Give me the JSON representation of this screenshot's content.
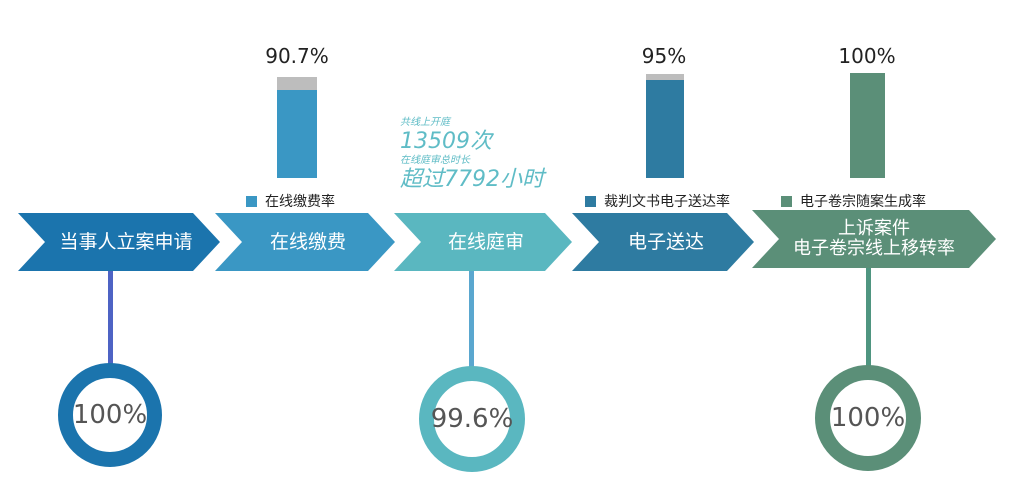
{
  "colors": {
    "step1": "#1b74ad",
    "step2": "#3a97c4",
    "step3": "#5ab7c0",
    "step4": "#2e7ba1",
    "step5": "#5b8f78",
    "stem1": "#4e63c4",
    "bar_rest": "#bdbdbd",
    "note": "#5fbcc6"
  },
  "steps": [
    {
      "label": "当事人立案申请"
    },
    {
      "label": "在线缴费"
    },
    {
      "label": "在线庭审"
    },
    {
      "label": "电子送达"
    },
    {
      "label_line1": "上诉案件",
      "label_line2": "电子卷宗线上移转率"
    }
  ],
  "bars": [
    {
      "value_label": "90.7%",
      "legend": "在线缴费率"
    },
    {
      "value_label": "95%",
      "legend": "裁判文书电子送达率"
    },
    {
      "value_label": "100%",
      "legend": "电子卷宗随案生成率"
    }
  ],
  "rings": [
    {
      "value_label": "100%"
    },
    {
      "value_label": "99.6%"
    },
    {
      "value_label": "100%"
    }
  ],
  "note": {
    "line1": "共线上开庭",
    "line2": "13509次",
    "line3": "在线庭审总时长",
    "line4": "超过7792小时"
  },
  "chart_data": {
    "type": "bar",
    "title": "",
    "categories": [
      "在线缴费率",
      "裁判文书电子送达率",
      "电子卷宗随案生成率"
    ],
    "values": [
      90.7,
      95,
      100
    ],
    "ylim": [
      0,
      100
    ],
    "rings": [
      {
        "step": "当事人立案申请",
        "value": 100
      },
      {
        "step": "在线庭审",
        "value": 99.6
      },
      {
        "step": "上诉案件电子卷宗线上移转率",
        "value": 100
      }
    ],
    "annotations": [
      "共线上开庭13509次",
      "在线庭审总时长超过7792小时"
    ]
  }
}
